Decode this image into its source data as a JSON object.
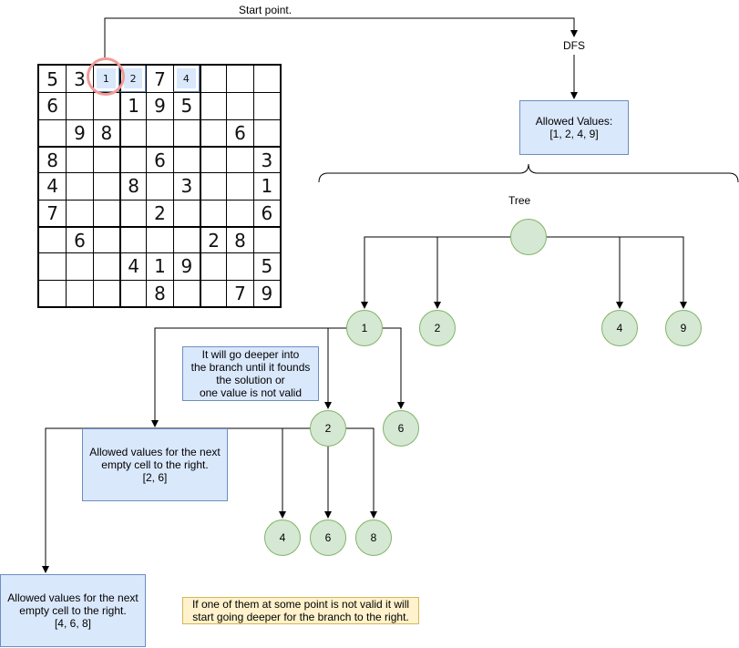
{
  "sudoku": {
    "grid": [
      [
        "5",
        "3",
        "1",
        "2",
        "7",
        "4",
        "",
        "",
        ""
      ],
      [
        "6",
        "",
        "",
        "1",
        "9",
        "5",
        "",
        "",
        ""
      ],
      [
        "",
        "9",
        "8",
        "",
        "",
        "",
        "",
        "6",
        ""
      ],
      [
        "8",
        "",
        "",
        "",
        "6",
        "",
        "",
        "",
        "3"
      ],
      [
        "4",
        "",
        "",
        "8",
        "",
        "3",
        "",
        "",
        "1"
      ],
      [
        "7",
        "",
        "",
        "",
        "2",
        "",
        "",
        "",
        "6"
      ],
      [
        "",
        "6",
        "",
        "",
        "",
        "",
        "2",
        "8",
        ""
      ],
      [
        "",
        "",
        "",
        "4",
        "1",
        "9",
        "",
        "",
        "5"
      ],
      [
        "",
        "",
        "",
        "",
        "8",
        "",
        "",
        "7",
        "9"
      ]
    ],
    "highlighted": [
      [
        0,
        2
      ],
      [
        0,
        3
      ],
      [
        0,
        5
      ]
    ]
  },
  "labels": {
    "start_point": "Start point.",
    "dfs": "DFS",
    "tree": "Tree"
  },
  "boxes": {
    "allowed_root": "Allowed Values:\n[1, 2, 4, 9]",
    "note_deeper": "It will go deeper into\nthe branch until it founds\nthe solution or\none value is not valid",
    "allowed_level2": "Allowed values for the next\nempty cell to the right.\n[2, 6]",
    "allowed_level3": "Allowed values for the next\nempty cell to the right.\n[4, 6, 8]",
    "note_valid": "If one of them at some point is not valid it will\nstart going deeper for the branch to the right."
  },
  "nodes": {
    "root": "",
    "l1": [
      "1",
      "2",
      "4",
      "9"
    ],
    "l2": [
      "2",
      "6"
    ],
    "l3": [
      "4",
      "6",
      "8"
    ]
  },
  "colors": {
    "blue_fill": "#dae8fc",
    "blue_stroke": "#6c8ebf",
    "green_fill": "#d5e8d4",
    "green_stroke": "#82b366",
    "yellow_fill": "#fff2cc",
    "yellow_stroke": "#d6b656",
    "highlight_ring": "#f19c99"
  }
}
